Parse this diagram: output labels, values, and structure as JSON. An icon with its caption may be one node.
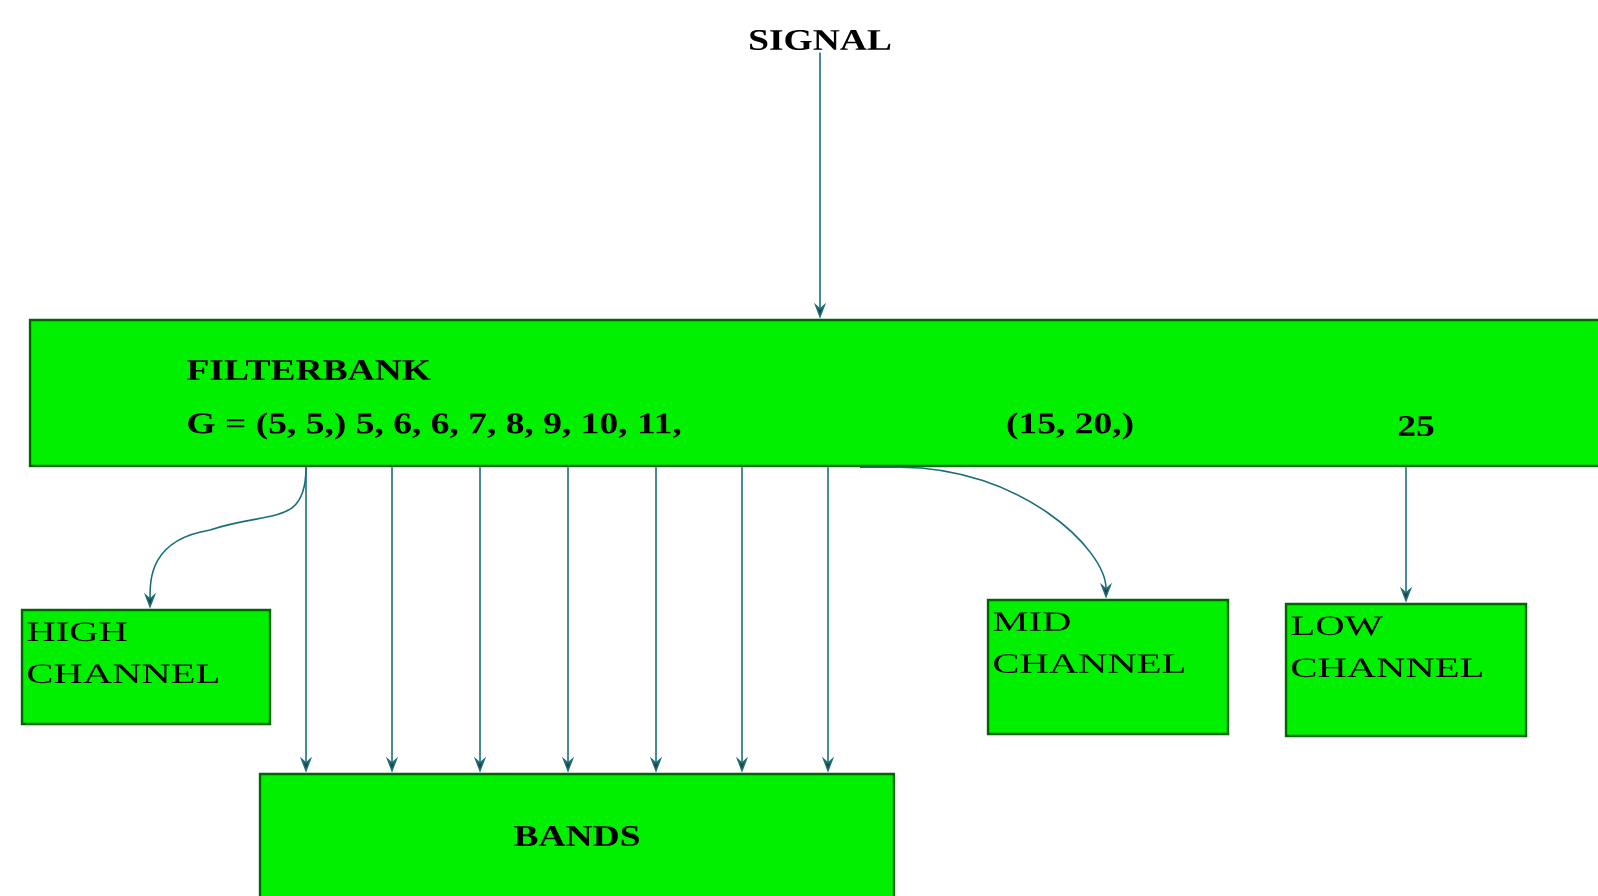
{
  "diagram": {
    "nodes": [
      {
        "text": [
          "SIGNAL"
        ]
      },
      {
        "text": [
          "FILTERBANK",
          "G = (5, 5,) 5, 6, 6, 7, 8, 9, 10, 11,",
          "(15, 20,)",
          "25"
        ]
      },
      {
        "text": [
          "HIGH CHANNEL"
        ]
      },
      {
        "text": [
          "BANDS"
        ]
      },
      {
        "text": [
          "MID CHANNEL"
        ]
      },
      {
        "text": [
          "LOW CHANNEL"
        ]
      }
    ],
    "edges": [
      {
        "from": 0,
        "to": 1,
        "arrow": "to"
      },
      {
        "from": 1,
        "to": 2,
        "arrow": "to"
      },
      {
        "from": 1,
        "to": 3,
        "arrow": "to"
      },
      {
        "from": 1,
        "to": 3,
        "arrow": "to"
      },
      {
        "from": 1,
        "to": 3,
        "arrow": "to"
      },
      {
        "from": 1,
        "to": 3,
        "arrow": "to"
      },
      {
        "from": 1,
        "to": 3,
        "arrow": "to"
      },
      {
        "from": 1,
        "to": 3,
        "arrow": "to"
      },
      {
        "from": 1,
        "to": 3,
        "arrow": "to"
      },
      {
        "from": 1,
        "to": 4,
        "arrow": "to"
      },
      {
        "from": 1,
        "to": 5,
        "arrow": "to"
      }
    ]
  }
}
